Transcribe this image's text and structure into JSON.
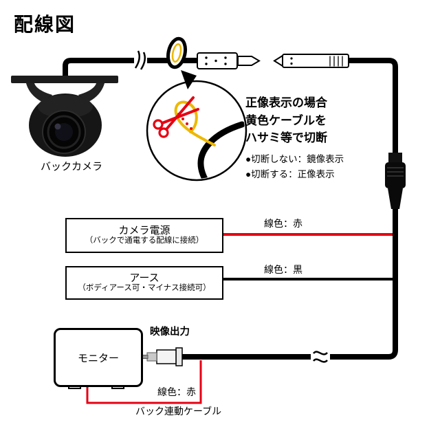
{
  "header": {
    "title": "配線図"
  },
  "camera": {
    "label": "バックカメラ"
  },
  "cut_note": {
    "line1": "正像表示の場合",
    "line2": "黄色ケーブルを",
    "line3": "ハサミ等で切断",
    "bullet1": "●切断しない：鏡像表示",
    "bullet2": "●切断する：正像表示"
  },
  "power_box": {
    "title": "カメラ電源",
    "subtitle": "（バックで通電する配線に接続）",
    "wire_label": "線色：赤"
  },
  "ground_box": {
    "title": "アース",
    "subtitle": "（ボディアース可・マイナス接続可）",
    "wire_label": "線色：黒"
  },
  "monitor": {
    "label": "モニター",
    "output_label": "映像出力",
    "wire_label": "線色：赤",
    "cable_label": "バック連動ケーブル"
  },
  "colors": {
    "wire_red": "#e60012",
    "wire_yellow": "#edb800",
    "wire_black": "#000000"
  }
}
